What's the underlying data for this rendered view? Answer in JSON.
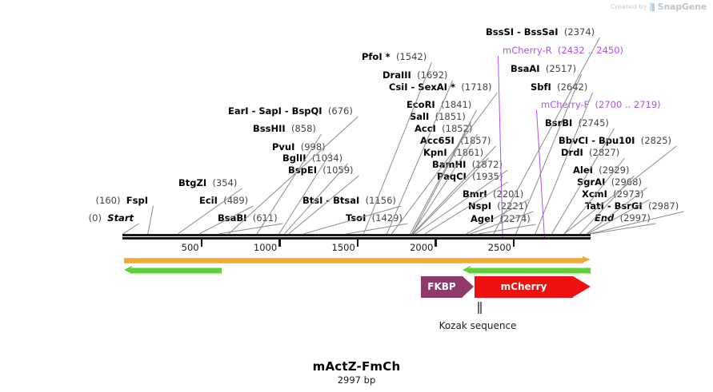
{
  "watermark": {
    "created_by": "Created by",
    "brand": "SnapGene",
    "logo_icon": "snapgene-logo-icon"
  },
  "plasmid": {
    "name": "mActZ-FmCh",
    "size": "2997 bp",
    "length_bp": 2997
  },
  "ruler": {
    "tick_labels": [
      "500",
      "1000",
      "1500",
      "2000",
      "2500"
    ],
    "tick_values": [
      500,
      1000,
      1500,
      2000,
      2500
    ],
    "start": 0,
    "end": 2997
  },
  "sites": [
    {
      "name": "Start",
      "italic": true,
      "pos": "(0)",
      "value": 0,
      "side": "left"
    },
    {
      "name": "FspI",
      "italic": false,
      "pos": "(160)",
      "value": 160,
      "side": "left"
    },
    {
      "name": "BtgZI",
      "italic": false,
      "pos": "(354)",
      "value": 354,
      "side": "right"
    },
    {
      "name": "EciI",
      "italic": false,
      "pos": "(489)",
      "value": 489,
      "side": "right"
    },
    {
      "name": "BsaBI",
      "italic": false,
      "pos": "(611)",
      "value": 611,
      "side": "right"
    },
    {
      "name": "EarI - SapI - BspQI",
      "italic": false,
      "pos": "(676)",
      "value": 676,
      "side": "right"
    },
    {
      "name": "BssHII",
      "italic": false,
      "pos": "(858)",
      "value": 858,
      "side": "right"
    },
    {
      "name": "PvuI",
      "italic": false,
      "pos": "(998)",
      "value": 998,
      "side": "right"
    },
    {
      "name": "BglII",
      "italic": false,
      "pos": "(1034)",
      "value": 1034,
      "side": "right"
    },
    {
      "name": "BspEI",
      "italic": false,
      "pos": "(1059)",
      "value": 1059,
      "side": "right"
    },
    {
      "name": "BtsI - BtsaI",
      "italic": false,
      "pos": "(1156)",
      "value": 1156,
      "side": "right"
    },
    {
      "name": "TsoI",
      "italic": false,
      "pos": "(1429)",
      "value": 1429,
      "side": "right"
    },
    {
      "name": "PfoI *",
      "italic": false,
      "pos": "(1542)",
      "value": 1542,
      "side": "right"
    },
    {
      "name": "DraIII",
      "italic": false,
      "pos": "(1692)",
      "value": 1692,
      "side": "right"
    },
    {
      "name": "CsiI - SexAI *",
      "italic": false,
      "pos": "(1718)",
      "value": 1718,
      "side": "right"
    },
    {
      "name": "EcoRI",
      "italic": false,
      "pos": "(1841)",
      "value": 1841,
      "side": "right"
    },
    {
      "name": "SalI",
      "italic": false,
      "pos": "(1851)",
      "value": 1851,
      "side": "right"
    },
    {
      "name": "AccI",
      "italic": false,
      "pos": "(1852)",
      "value": 1852,
      "side": "right"
    },
    {
      "name": "Acc65I",
      "italic": false,
      "pos": "(1857)",
      "value": 1857,
      "side": "right"
    },
    {
      "name": "KpnI",
      "italic": false,
      "pos": "(1861)",
      "value": 1861,
      "side": "right"
    },
    {
      "name": "BamHI",
      "italic": false,
      "pos": "(1872)",
      "value": 1872,
      "side": "right"
    },
    {
      "name": "PaqCI",
      "italic": false,
      "pos": "(1935)",
      "value": 1935,
      "side": "right"
    },
    {
      "name": "BmrI",
      "italic": false,
      "pos": "(2201)",
      "value": 2201,
      "side": "right"
    },
    {
      "name": "NspI",
      "italic": false,
      "pos": "(2221)",
      "value": 2221,
      "side": "right"
    },
    {
      "name": "AgeI",
      "italic": false,
      "pos": "(2274)",
      "value": 2274,
      "side": "right"
    },
    {
      "name": "BssSI - BssSaI",
      "italic": false,
      "pos": "(2374)",
      "value": 2374,
      "side": "right"
    },
    {
      "name": "BsaAI",
      "italic": false,
      "pos": "(2517)",
      "value": 2517,
      "side": "right"
    },
    {
      "name": "SbfI",
      "italic": false,
      "pos": "(2642)",
      "value": 2642,
      "side": "right"
    },
    {
      "name": "BsrBI",
      "italic": false,
      "pos": "(2745)",
      "value": 2745,
      "side": "right"
    },
    {
      "name": "BbvCI - Bpu10I",
      "italic": false,
      "pos": "(2825)",
      "value": 2825,
      "side": "right"
    },
    {
      "name": "DrdI",
      "italic": false,
      "pos": "(2827)",
      "value": 2827,
      "side": "right"
    },
    {
      "name": "AleI",
      "italic": false,
      "pos": "(2929)",
      "value": 2929,
      "side": "right"
    },
    {
      "name": "SgrAI",
      "italic": false,
      "pos": "(2968)",
      "value": 2968,
      "side": "right"
    },
    {
      "name": "XcmI",
      "italic": false,
      "pos": "(2973)",
      "value": 2973,
      "side": "right"
    },
    {
      "name": "TatI - BsrGI",
      "italic": false,
      "pos": "(2987)",
      "value": 2987,
      "side": "right"
    },
    {
      "name": "End",
      "italic": true,
      "pos": "(2997)",
      "value": 2997,
      "side": "right"
    }
  ],
  "primers": [
    {
      "name": "mCherry-R",
      "range": "(2432 .. 2450)",
      "start": 2432,
      "end": 2450,
      "color": "#b14df0"
    },
    {
      "name": "mCherry-F",
      "range": "(2700 .. 2719)",
      "start": 2700,
      "end": 2719,
      "color": "#b14df0"
    }
  ],
  "features": {
    "orfs": [
      {
        "label": "FKBP",
        "color": "#8e3a6b",
        "text_color": "#ffffff",
        "direction": "right"
      },
      {
        "label": "mCherry",
        "color": "#ef1111",
        "text_color": "#ffffff",
        "direction": "right"
      }
    ],
    "orange_track": {
      "name": "forward-full-length-arrow",
      "color": "#f0a830",
      "direction": "right"
    },
    "green_tracks": [
      {
        "name": "reverse-arrow-left",
        "color": "#5fcf3a",
        "direction": "left"
      },
      {
        "name": "reverse-arrow-right",
        "color": "#5fcf3a",
        "direction": "left"
      }
    ]
  },
  "kozak": {
    "label": "Kozak sequence",
    "marker_icon": "kozak-marker-icon"
  }
}
